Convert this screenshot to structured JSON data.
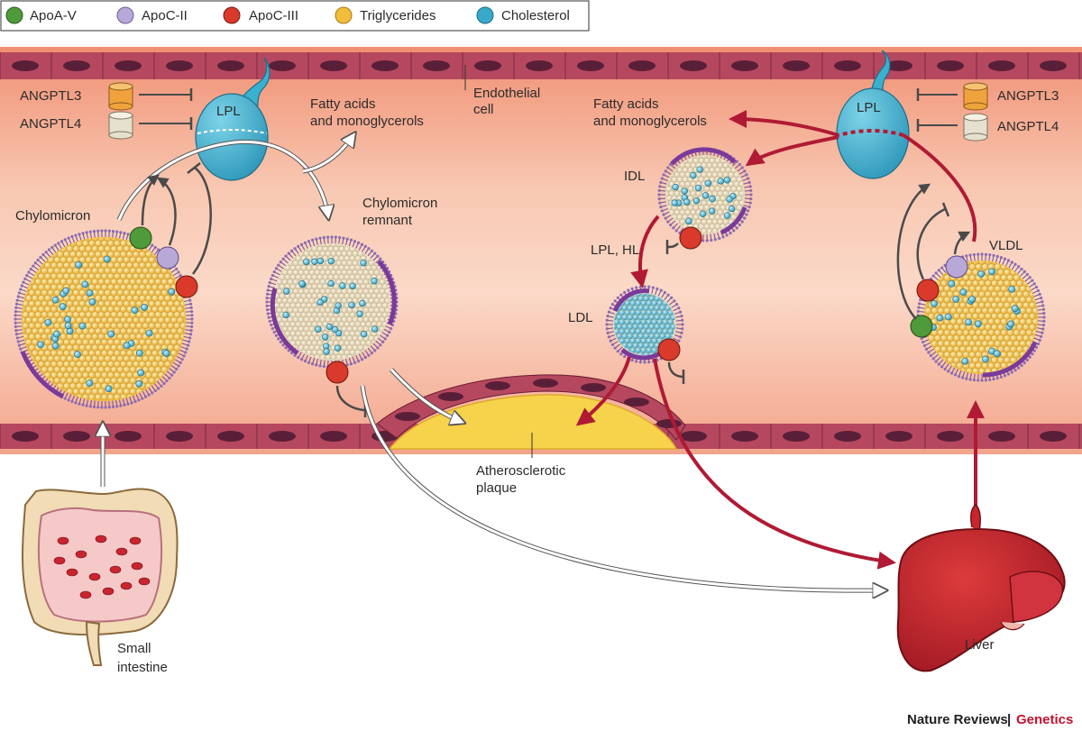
{
  "legend": [
    {
      "label": "ApoA-V",
      "color": "#4f9a3a"
    },
    {
      "label": "ApoC-II",
      "color": "#b7a8d8"
    },
    {
      "label": "ApoC-III",
      "color": "#d93a2b"
    },
    {
      "label": "Triglycerides",
      "color": "#f2bd3c"
    },
    {
      "label": "Cholesterol",
      "color": "#38a9c8"
    }
  ],
  "labels": {
    "angptl3": "ANGPTL3",
    "angptl4": "ANGPTL4",
    "lpl": "LPL",
    "fatty_acids_line1": "Fatty acids",
    "fatty_acids_line2": "and monoglycerols",
    "endothelial_line1": "Endothelial",
    "endothelial_line2": "cell",
    "chylomicron": "Chylomicron",
    "remnant_line1": "Chylomicron",
    "remnant_line2": "remnant",
    "idl": "IDL",
    "lpl_hl": "LPL, HL",
    "ldl": "LDL",
    "vldl": "VLDL",
    "plaque_line1": "Atherosclerotic",
    "plaque_line2": "plaque",
    "small_intestine_line1": "Small",
    "small_intestine_line2": "intestine",
    "liver": "Liver"
  },
  "footer": {
    "journal": "Nature Reviews",
    "separator": "|",
    "section": "Genetics"
  },
  "colors": {
    "vessel_lumen": "#f7c0a8",
    "endothelium": "#b5485f",
    "nucleus": "#5a1f38",
    "red_arrow": "#b01a34",
    "purple_membrane": "#7a3a9a",
    "lpl_blue": "#3ab0cf",
    "liver": "#c8252f",
    "plaque": "#f6d34a"
  }
}
